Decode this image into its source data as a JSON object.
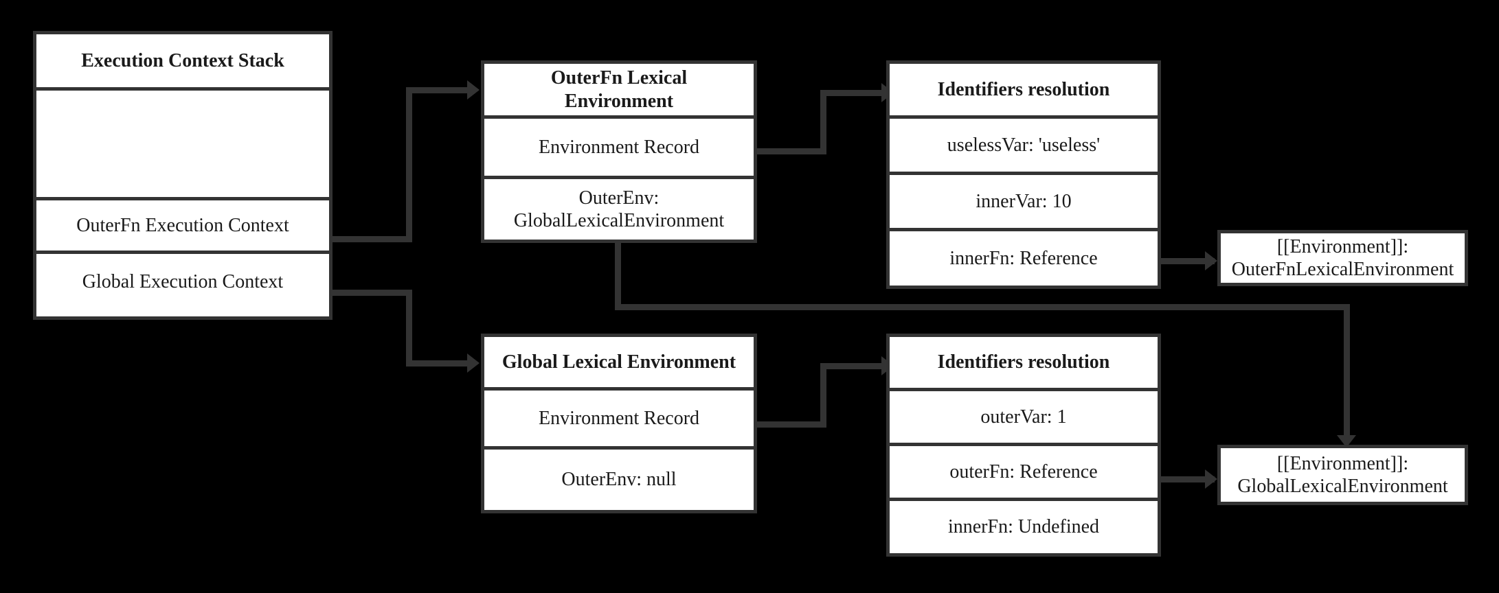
{
  "diagram": {
    "title": "JavaScript Execution Context and Lexical Environment Diagram",
    "line_color": "#333333",
    "box_fill": "#ffffff",
    "background": "#000000",
    "text_color": "#1a1a1a"
  },
  "execution_context_stack": {
    "header": "Execution Context  Stack",
    "rows": [
      {
        "label": ""
      },
      {
        "label": "OuterFn Execution Context"
      },
      {
        "label": "Global Execution Context"
      }
    ]
  },
  "outerfn_lexical_environment": {
    "header": "OuterFn Lexical\nEnvironment",
    "rows": [
      {
        "label": "Environment Record"
      },
      {
        "label": "OuterEnv:\nGlobalLexicalEnvironment"
      }
    ]
  },
  "outerfn_identifiers": {
    "header": "Identifiers resolution",
    "rows": [
      {
        "label": "uselessVar: 'useless'"
      },
      {
        "label": "innerVar: 10"
      },
      {
        "label": "innerFn: Reference"
      }
    ]
  },
  "global_lexical_environment": {
    "header": "Global Lexical Environment",
    "rows": [
      {
        "label": "Environment Record"
      },
      {
        "label": "OuterEnv: null"
      }
    ]
  },
  "global_identifiers": {
    "header": "Identifiers resolution",
    "rows": [
      {
        "label": "outerVar: 1"
      },
      {
        "label": "outerFn: Reference"
      },
      {
        "label": "innerFn: Undefined"
      }
    ]
  },
  "environment_outerfn": {
    "label": "[[Environment]]:\nOuterFnLexicalEnvironment"
  },
  "environment_global": {
    "label": "[[Environment]]:\nGlobalLexicalEnvironment"
  }
}
